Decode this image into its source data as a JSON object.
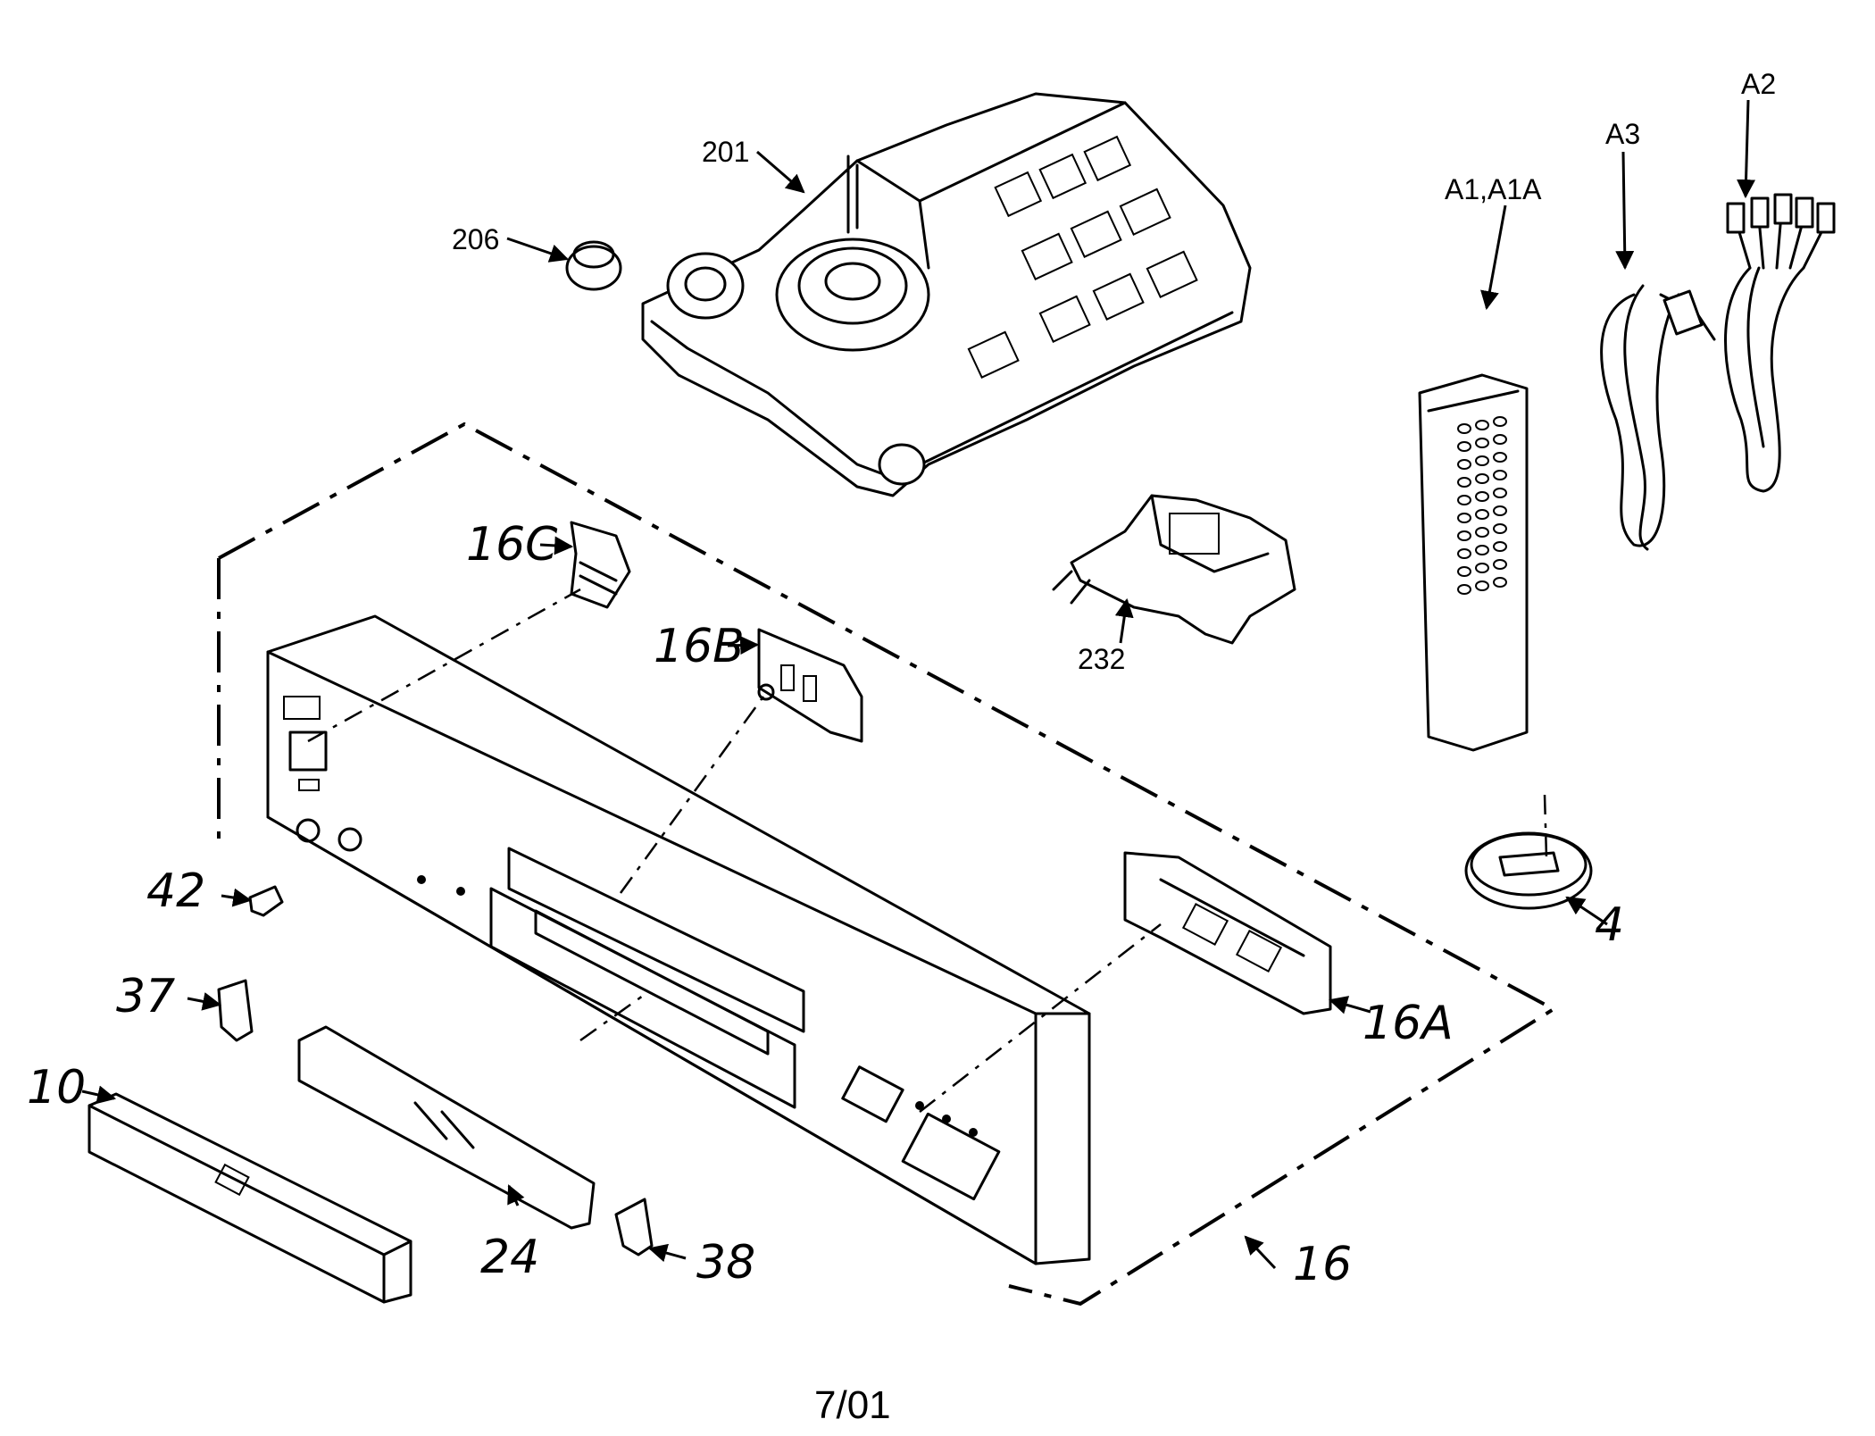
{
  "labels": {
    "p201": "201",
    "p206": "206",
    "pA1": "A1,A1A",
    "pA3": "A3",
    "pA2": "A2",
    "p16C": "16C",
    "p16B": "16B",
    "p232": "232",
    "p42": "42",
    "p4": "4",
    "p37": "37",
    "p16A": "16A",
    "p10": "10",
    "p24": "24",
    "p38": "38",
    "p16": "16"
  },
  "footer": {
    "date": "7/01"
  }
}
